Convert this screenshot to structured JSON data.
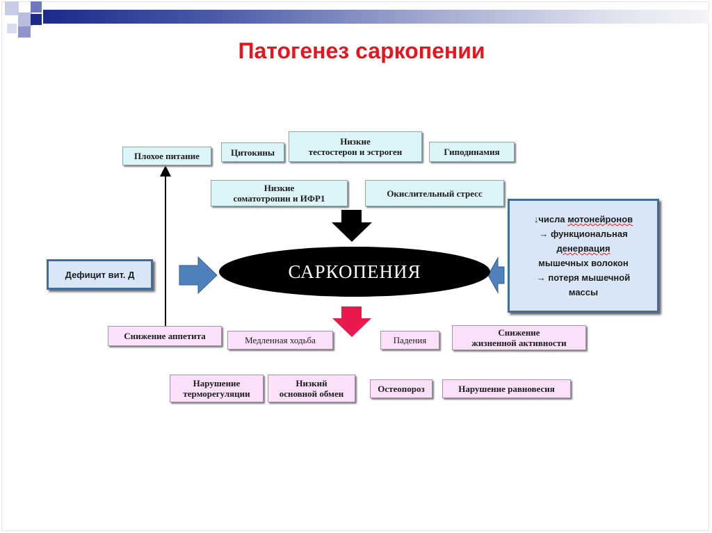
{
  "title": "Патогенез саркопении",
  "center": "САРКОПЕНИЯ",
  "causes": {
    "poor_nutrition": "Плохое питание",
    "cytokines": "Цитокины",
    "low_sex_hormones_1": "Низкие",
    "low_sex_hormones_2": "тестостерон и эстроген",
    "hypodynamia": "Гиподинамия",
    "low_gh_1": "Низкие",
    "low_gh_2": "соматотропин и ИФР1",
    "oxidative_stress": "Окислительный стресс",
    "vitamin_d": "Дефицит вит. Д"
  },
  "neuro": {
    "l1_arrow": "↓",
    "l1a": "числа ",
    "l1b": "мотонейронов",
    "l2": "→ функциональная",
    "l3": "денервация",
    "l4": "мышечных волокон",
    "l5": "→ потеря мышечной",
    "l6": "массы"
  },
  "effects": {
    "appetite_loss": "Снижение аппетита",
    "slow_walking": "Медленная ходьба",
    "falls": "Падения",
    "activity_1": "Снижение",
    "activity_2": "жизненной активности",
    "thermo_1": "Нарушение",
    "thermo_2": "терморегуляции",
    "metabolism_1": "Низкий",
    "metabolism_2": "основной обмен",
    "osteoporosis": "Остеопороз",
    "balance": "Нарушение равновесия"
  },
  "colors": {
    "title": "#e8141e",
    "cause_box": "#dcf4f8",
    "effect_box": "#fbe0fa",
    "neuro_box": "#d8e6f5",
    "side_arrow": "#4f81bd",
    "down_arrow_in": "#000000",
    "down_arrow_out": "#e8194c"
  }
}
